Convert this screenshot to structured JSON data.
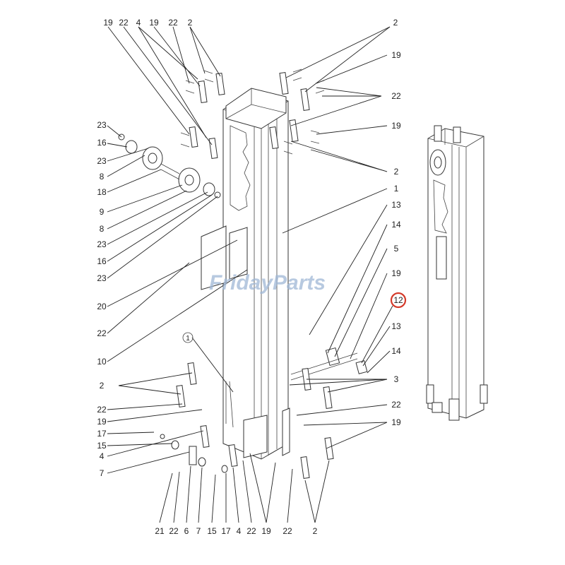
{
  "watermark": "FridayParts",
  "callout_marker": "1",
  "highlighted_part": "12",
  "colors": {
    "line": "#333333",
    "highlight": "#d43a2a",
    "watermark": "#9fb7d6"
  },
  "labels": {
    "top": [
      "19",
      "22",
      "4",
      "19",
      "22",
      "2"
    ],
    "top_right": [
      "2",
      "19",
      "22",
      "19",
      "2",
      "1"
    ],
    "left_upper": [
      "23",
      "16",
      "23",
      "8",
      "18",
      "9",
      "8",
      "23",
      "16",
      "23"
    ],
    "left_mid": [
      "20",
      "22",
      "10"
    ],
    "right_mid": [
      "13",
      "14",
      "5",
      "19",
      "12",
      "13",
      "14",
      "3"
    ],
    "left_lower": [
      "2",
      "22",
      "19",
      "17",
      "15",
      "4",
      "7"
    ],
    "right_lower": [
      "22",
      "19"
    ],
    "bottom": [
      "21",
      "22",
      "6",
      "7",
      "15",
      "17",
      "4",
      "22",
      "19",
      "22",
      "2"
    ]
  }
}
